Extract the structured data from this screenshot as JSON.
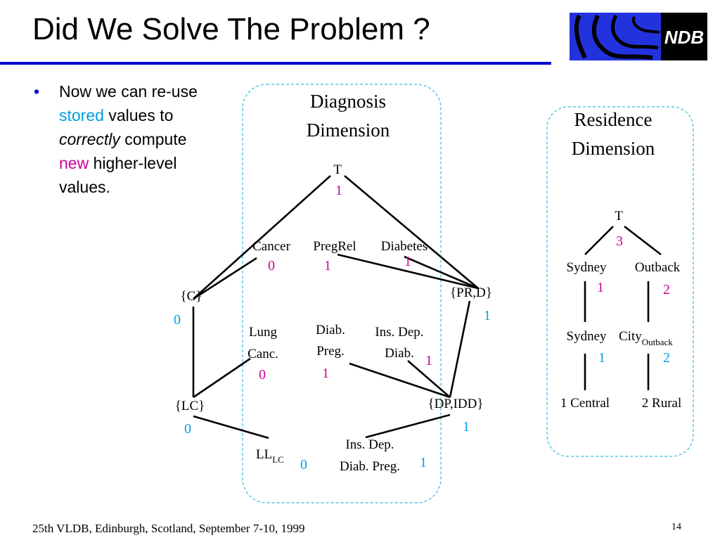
{
  "slide": {
    "title": "Did We Solve The Problem ?",
    "logo_text": "NDB",
    "accent_color": "#0000cc",
    "bullet": {
      "w1": "Now we can re-use",
      "w2": "stored",
      "w3": "values to",
      "w4": "correctly",
      "w5": "compute",
      "w6": "new",
      "w7": "higher-level",
      "w8": "values."
    },
    "footer": "25th VLDB, Edinburgh, Scotland, September 7-10, 1999",
    "page_number": "14"
  },
  "diagnosis": {
    "header_line1": "Diagnosis",
    "header_line2": "Dimension",
    "top_label": "T",
    "top_value": "1",
    "cancer": "Cancer",
    "cancer_value": "0",
    "pregrel": "PregRel",
    "pregrel_value": "1",
    "diabetes": "Diabetes",
    "diabetes_value": "1",
    "c_set": "{C}",
    "c_value": "0",
    "prd_set": "{PR,D}",
    "prd_value": "1",
    "lung_line1": "Lung",
    "lung_line2": "Canc.",
    "lung_value": "0",
    "diabpreg_line1": "Diab.",
    "diabpreg_line2": "Preg.",
    "diabpreg_value": "1",
    "insdep_line1": "Ins. Dep.",
    "insdep_line2": "Diab.",
    "insdep_value": "1",
    "lc_set": "{LC}",
    "lc_value": "0",
    "dpidd_set": "{DP,IDD}",
    "dpidd_value": "1",
    "ll_main": "LL",
    "ll_sub": "LC",
    "ll_value": "0",
    "insdp_line1": "Ins. Dep.",
    "insdp_line2": "Diab. Preg.",
    "insdp_value": "1"
  },
  "residence": {
    "header_line1": "Residence",
    "header_line2": "Dimension",
    "top_label": "T",
    "top_value": "3",
    "sydney": "Sydney",
    "sydney_value": "1",
    "outback": "Outback",
    "outback_value": "2",
    "sydney2": "Sydney",
    "sydney2_value": "1",
    "city_main": "City",
    "city_sub": "Outback",
    "city_value": "2",
    "central": "1 Central",
    "rural": "2 Rural"
  }
}
